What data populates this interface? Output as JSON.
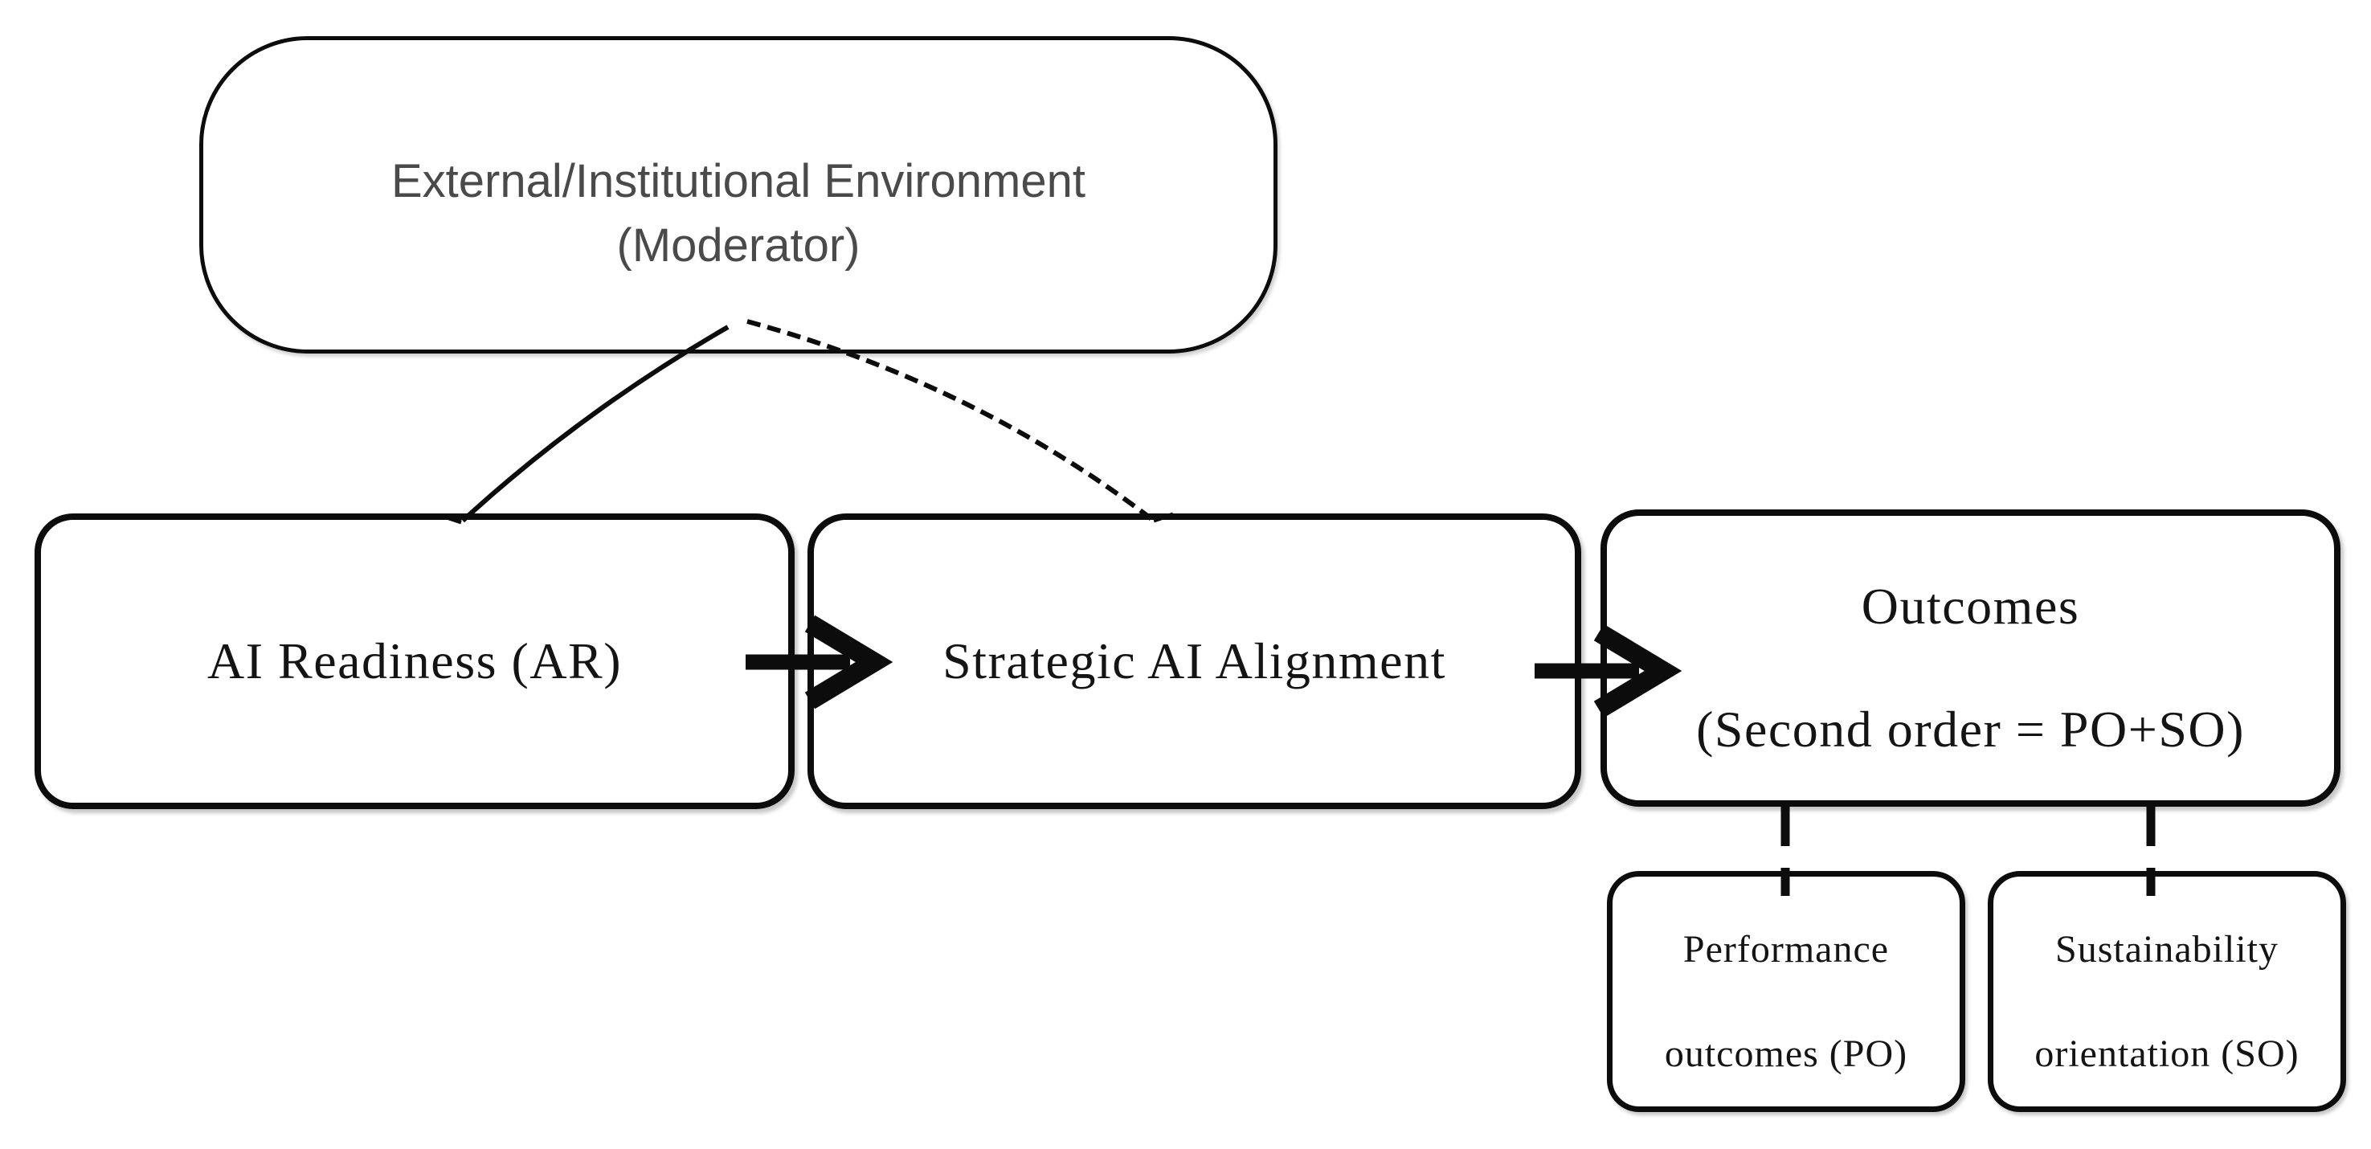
{
  "moderator": {
    "line1": "External/Institutional Environment",
    "line2": "(Moderator)"
  },
  "boxes": {
    "ar": {
      "label": "AI Readiness (AR)"
    },
    "saa": {
      "label": "Strategic AI Alignment"
    },
    "outcomes": {
      "line1": "Outcomes",
      "line2": "(Second order = PO+SO)"
    },
    "po": {
      "line1": "Performance",
      "line2": "outcomes (PO)"
    },
    "so": {
      "line1": "Sustainability",
      "line2": "orientation (SO)"
    }
  },
  "connectors": {
    "moderator_to_ar": "solid curved line",
    "moderator_to_saa": "dashed curved line",
    "ar_to_saa": "right arrow",
    "saa_to_outcomes": "right arrow",
    "outcomes_to_po": "vertical line",
    "outcomes_to_so": "vertical line"
  },
  "colors": {
    "border": "#0c0c0c",
    "line": "#0c0c0c",
    "label": "#141414",
    "moderator_text": "#4a4a4a",
    "background": "#ffffff"
  }
}
